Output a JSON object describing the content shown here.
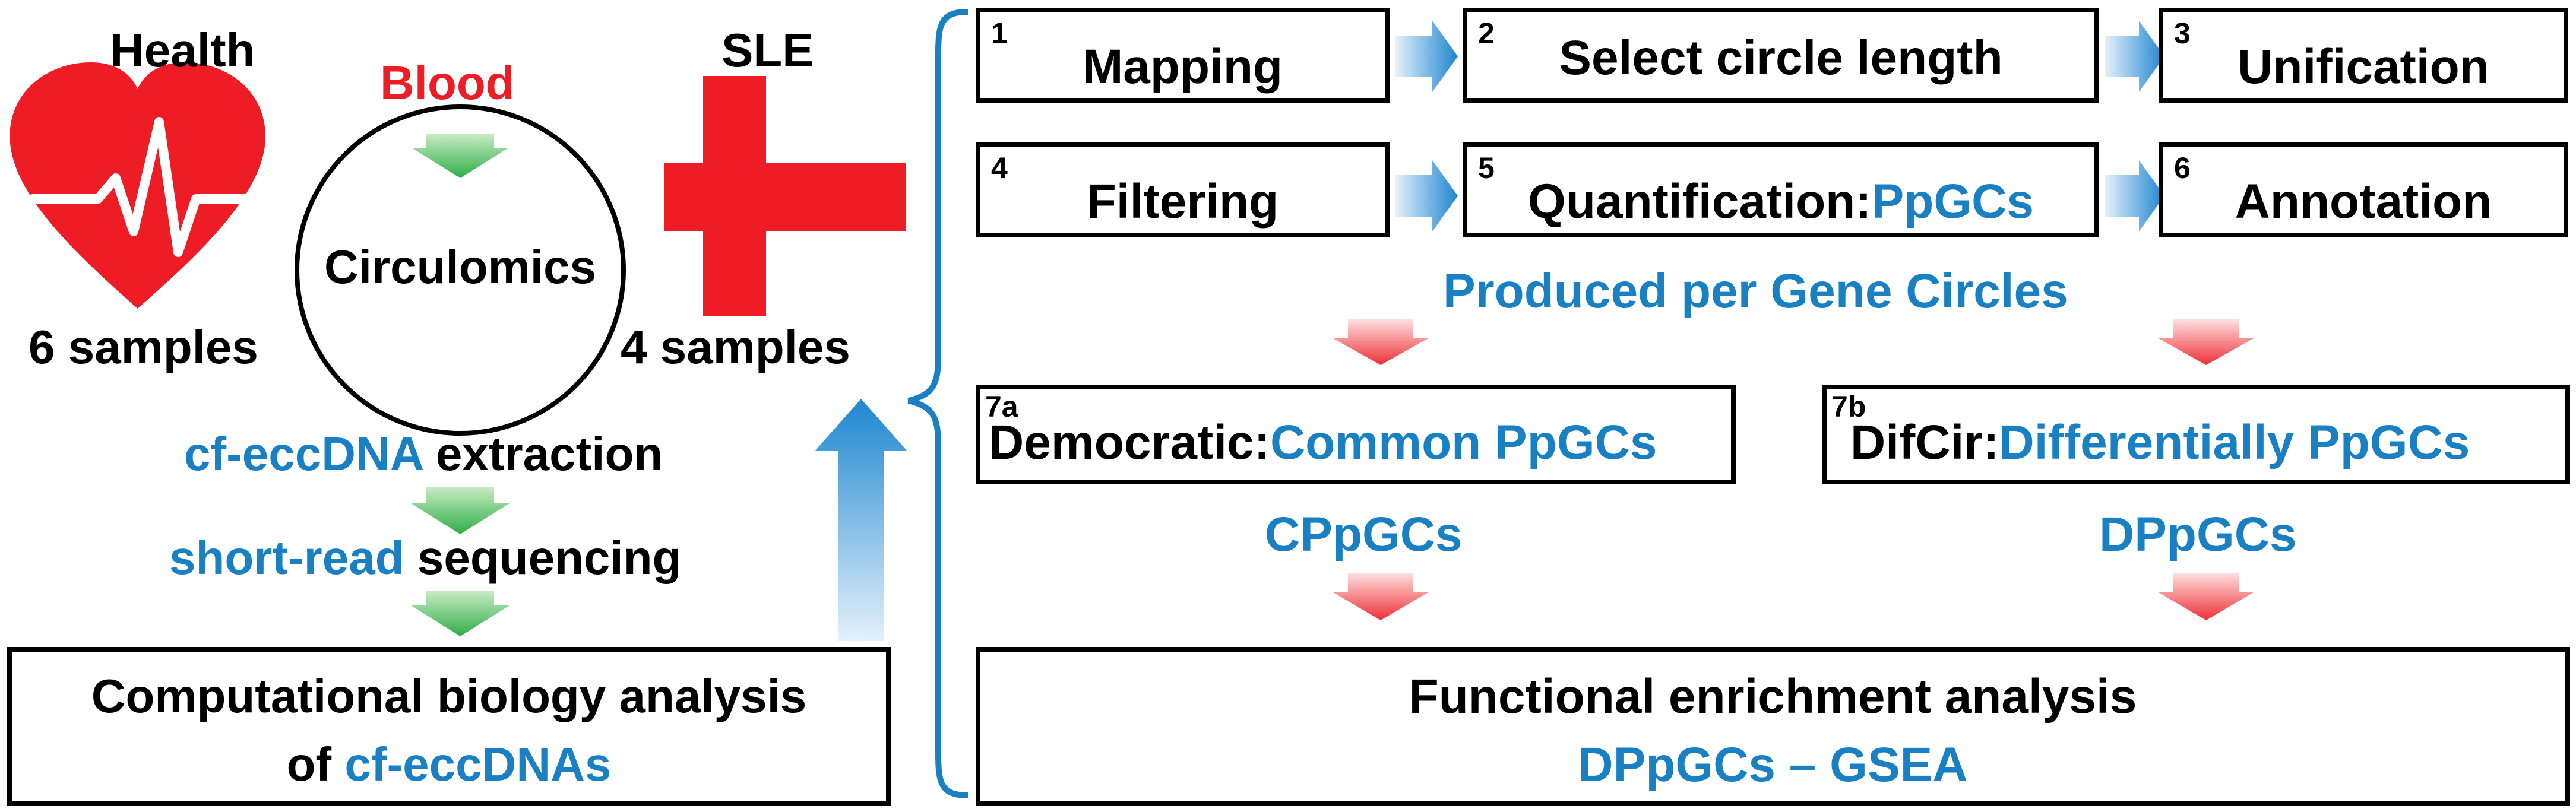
{
  "left_panel": {
    "health_label": "Health",
    "blood_label": "Blood",
    "sle_label": "SLE",
    "circulomics_label": "Circulomics",
    "health_samples": "6 samples",
    "sle_samples": "4 samples",
    "extraction": {
      "highlight": "cf-eccDNA",
      "rest": " extraction"
    },
    "sequencing": {
      "highlight": "short-read",
      "rest": " sequencing"
    },
    "analysis_box": {
      "line1": "Computational biology analysis",
      "line2_prefix": "of ",
      "line2_highlight": "cf-eccDNAs"
    }
  },
  "pipeline": {
    "steps": [
      {
        "num": "1",
        "label": "Mapping"
      },
      {
        "num": "2",
        "label": "Select circle length"
      },
      {
        "num": "3",
        "label": "Unification"
      },
      {
        "num": "4",
        "label": "Filtering"
      },
      {
        "num": "5",
        "label": "Quantification: ",
        "highlight": "PpGCs"
      },
      {
        "num": "6",
        "label": "Annotation"
      }
    ],
    "ppgc_caption": "Produced per Gene Circles",
    "democratic": {
      "num": "7a",
      "label": "Democratic: ",
      "highlight": "Common PpGCs"
    },
    "difcir": {
      "num": "7b",
      "label": "DifCir: ",
      "highlight": "Differentially PpGCs"
    },
    "cppgcs": "CPpGCs",
    "dppgcs": "DPpGCs",
    "enrichment": {
      "title": "Functional enrichment analysis",
      "subtitle": "DPpGCs – GSEA"
    }
  },
  "colors": {
    "highlight_blue": "#1a80c4",
    "heart_red": "#ee1c24",
    "green_arrow": "#3cb54a",
    "pink_arrow": "#f04b4b",
    "blue_arrow": "#3a9ad9"
  }
}
